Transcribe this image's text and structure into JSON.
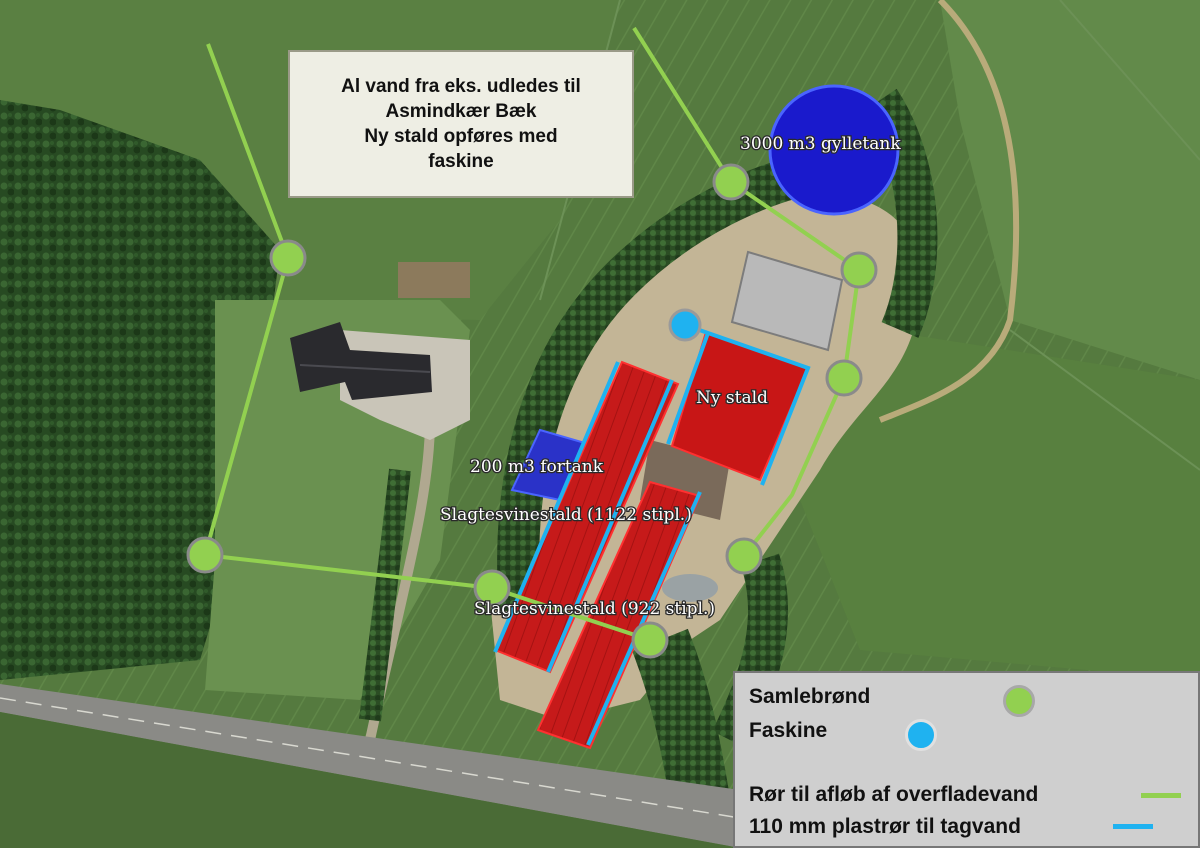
{
  "notice": {
    "lines": [
      "Al vand fra eks. udledes til",
      "Asmindkær Bæk",
      "Ny stald opføres med",
      "faskine"
    ]
  },
  "labels": {
    "gylletank": "3000 m3 gylletank",
    "ny_stald": "Ny stald",
    "fortank": "200 m3 fortank",
    "stald_1122": "Slagtesvinestald (1122 stipl.)",
    "stald_922": "Slagtesvinestald (922 stipl.)"
  },
  "legend": {
    "items": [
      {
        "label": "Samlebrønd",
        "symbol": "green-dot"
      },
      {
        "label": "Faskine",
        "symbol": "blue-dot"
      },
      {
        "label": "Rør til afløb af overfladevand",
        "symbol": "green-line"
      },
      {
        "label": "110 mm plastrør til tagvand",
        "symbol": "blue-line"
      }
    ]
  },
  "colors": {
    "surface_pipe": "#92d050",
    "roof_pipe": "#1fb2f0",
    "barn_fill": "#d01818",
    "barn_outline": "#ff2020",
    "tank_fill": "#1a1acc",
    "field": "#4f6e3a",
    "forest": "#23401e"
  },
  "icons": {
    "well": "green-circle-icon",
    "soakaway": "blue-circle-icon"
  }
}
